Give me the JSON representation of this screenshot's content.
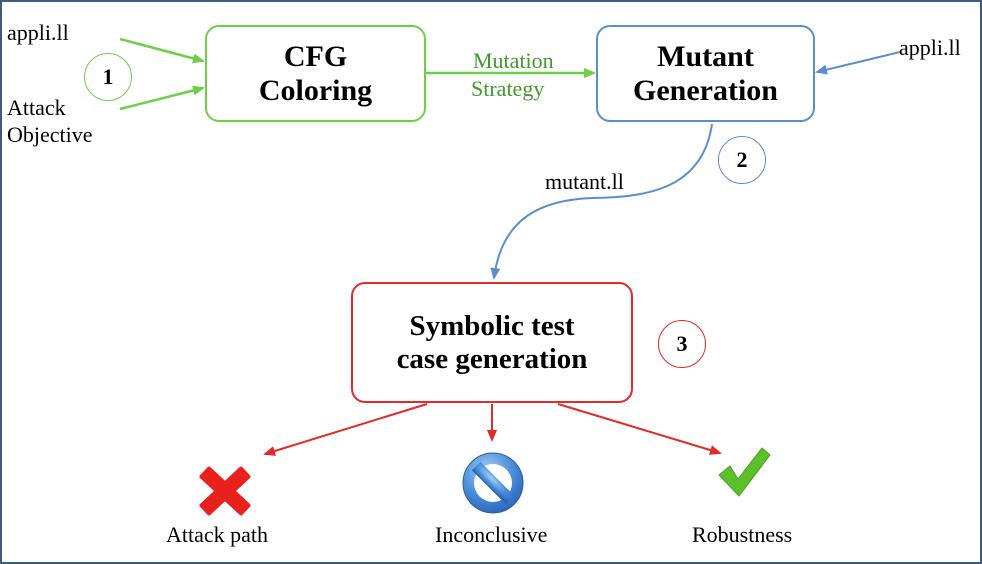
{
  "inputs": {
    "left_top": "appli.ll",
    "left_bottom_line1": "Attack",
    "left_bottom_line2": "Objective",
    "right": "appli.ll"
  },
  "boxes": {
    "cfg": {
      "line1": "CFG",
      "line2": "Coloring"
    },
    "mutant": {
      "line1": "Mutant",
      "line2": "Generation"
    },
    "symbolic": {
      "line1": "Symbolic test",
      "line2": "case generation"
    }
  },
  "edges": {
    "strategy_line1": "Mutation",
    "strategy_line2": "Strategy",
    "mutant_output": "mutant.ll"
  },
  "steps": [
    "1",
    "2",
    "3"
  ],
  "outcomes": [
    {
      "label": "Attack path",
      "icon": "red-cross-icon"
    },
    {
      "label": "Inconclusive",
      "icon": "blue-prohibited-icon"
    },
    {
      "label": "Robustness",
      "icon": "green-checkmark-icon"
    }
  ],
  "colors": {
    "green": "#6dcf45",
    "blue": "#5b8fcc",
    "red": "#e22a2a",
    "frame": "#3d5a80"
  }
}
